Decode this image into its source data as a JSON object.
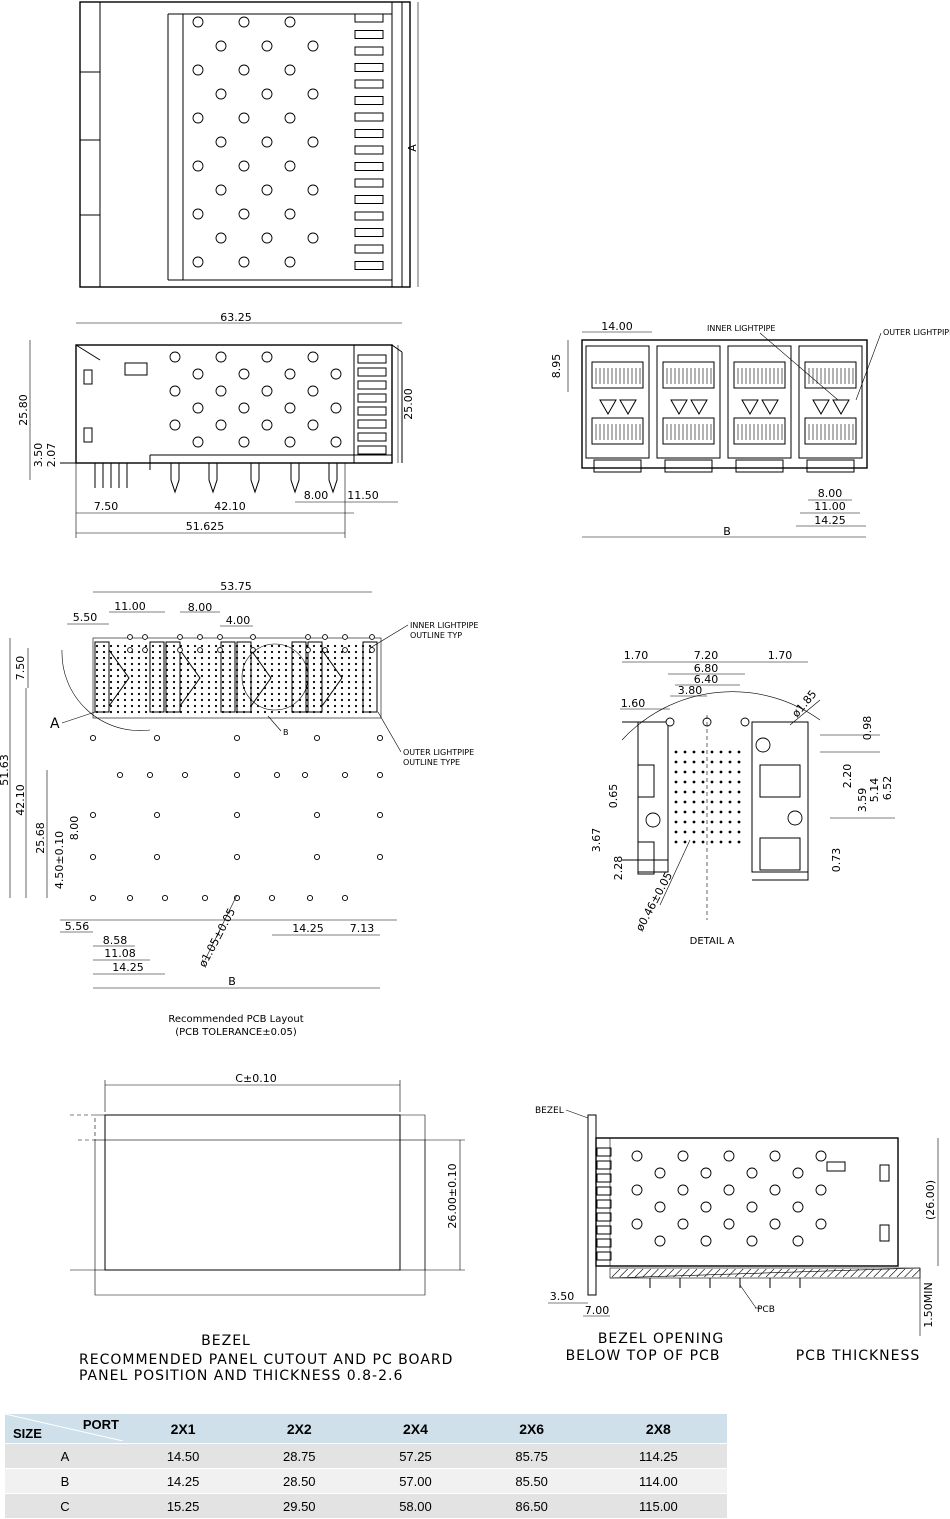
{
  "views": {
    "top": {
      "label_a": "A"
    },
    "side": {
      "dims": [
        "63.25",
        "25.80",
        "25.00",
        "3.50",
        "2.07",
        "7.50",
        "42.10",
        "8.00",
        "11.50",
        "51.625"
      ]
    },
    "front": {
      "dims": [
        "14.00",
        "8.95",
        "8.00",
        "11.00",
        "14.25",
        "B"
      ],
      "inner_lightpipe": "INNER LIGHTPIPE",
      "outer_lightpipe": "OUTER LIGHTPIPE"
    },
    "pcb": {
      "dims": [
        "53.75",
        "11.00",
        "8.00",
        "5.50",
        "4.00",
        "7.50",
        "51.63",
        "42.10",
        "25.68",
        "8.00",
        "4.50±0.10",
        "5.56",
        "8.58",
        "11.08",
        "14.25",
        "14.25",
        "7.13",
        "B",
        "A",
        "B"
      ],
      "hole_dim": "ø1.05±0.05",
      "inner_note": [
        "INNER LIGHTPIPE",
        "OUTLINE TYP"
      ],
      "outer_note": [
        "OUTER LIGHTPIPE",
        "OUTLINE TYPE"
      ],
      "caption": [
        "Recommended PCB Layout",
        "(PCB TOLERANCE±0.05)"
      ]
    },
    "detail": {
      "dims": [
        "1.70",
        "7.20",
        "1.70",
        "6.80",
        "6.40",
        "3.80",
        "1.60",
        "ø1.85",
        "0.98",
        "2.20",
        "3.59",
        "5.14",
        "6.52",
        "0.65",
        "3.67",
        "2.28",
        "0.73"
      ],
      "hole_dim": "ø0.46±0.05",
      "title": "DETAIL A"
    },
    "cutout": {
      "dim_c": "C±0.10",
      "dim_h": "26.00±0.10",
      "caption": [
        "BEZEL",
        "RECOMMENDED PANEL CUTOUT AND PC BOARD",
        "PANEL POSITION AND THICKNESS 0.8-2.6"
      ]
    },
    "bezel": {
      "bezel_label": "BEZEL",
      "pcb_label": "PCB",
      "dims": [
        "3.50",
        "7.00",
        "(26.00)",
        "1.50MIN"
      ],
      "caption_left": [
        "BEZEL OPENING",
        "BELOW TOP OF PCB"
      ],
      "caption_right": "PCB THICKNESS"
    }
  },
  "table": {
    "corner_port": "PORT",
    "corner_size": "SIZE",
    "columns": [
      "2X1",
      "2X2",
      "2X4",
      "2X6",
      "2X8"
    ],
    "rows": [
      {
        "label": "A",
        "values": [
          "14.50",
          "28.75",
          "57.25",
          "85.75",
          "114.25"
        ]
      },
      {
        "label": "B",
        "values": [
          "14.25",
          "28.50",
          "57.00",
          "85.50",
          "114.00"
        ]
      },
      {
        "label": "C",
        "values": [
          "15.25",
          "29.50",
          "58.00",
          "86.50",
          "115.00"
        ]
      }
    ]
  }
}
